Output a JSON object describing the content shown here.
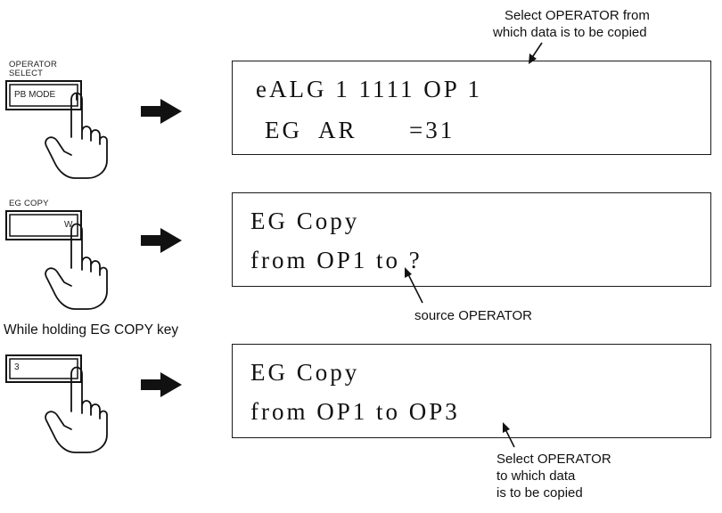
{
  "step1": {
    "key_label_line1": "OPERATOR",
    "key_label_line2": "SELECT",
    "keycap_text": "PB MODE",
    "lcd_line1": "eALG 1 1111 OP 1",
    "lcd_line2": "EG  AR      =31",
    "annotation_line1": "Select OPERATOR from",
    "annotation_line2": "which data is to be copied"
  },
  "step2": {
    "key_label": "EG COPY",
    "keycap_text": "W",
    "lcd_line1": "EG Copy",
    "lcd_line2": "from OP1 to ?",
    "annotation": "source OPERATOR"
  },
  "step3": {
    "instruction": "While holding EG COPY key",
    "keycap_text": "3",
    "lcd_line1": "EG Copy",
    "lcd_line2": "from OP1 to OP3",
    "annotation_line1": "Select OPERATOR",
    "annotation_line2": "to which data",
    "annotation_line3": "is to be copied"
  },
  "icons": [
    "pressing-hand-icon",
    "right-arrow-icon"
  ]
}
